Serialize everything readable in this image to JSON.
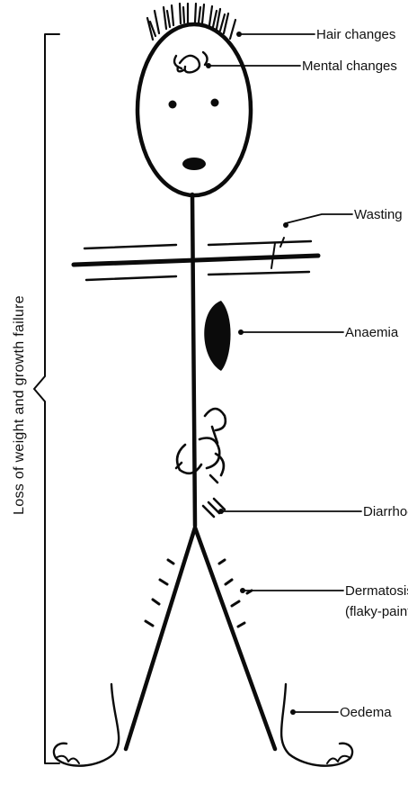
{
  "labels": {
    "hair_changes": "Hair changes",
    "mental_changes": "Mental changes",
    "wasting": "Wasting",
    "anaemia": "Anaemia",
    "diarrhoea": "Diarrhoea",
    "dermatosis": "Dermatosis",
    "dermatosis_note": "(flaky-paint)",
    "oedema": "Oedema"
  },
  "side_label": "Loss of weight and growth failure",
  "colors": {
    "ink": "#0b0b0b",
    "background": "#ffffff"
  }
}
